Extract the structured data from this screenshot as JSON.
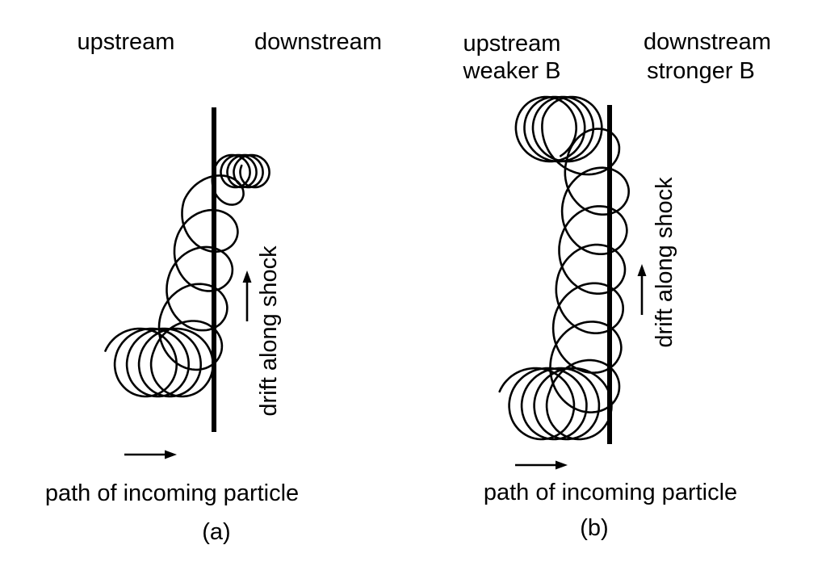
{
  "panel_a": {
    "upstream_label": "upstream",
    "downstream_label": "downstream",
    "drift_label": "drift along shock",
    "path_label": "path of incoming particle",
    "caption": "(a)"
  },
  "panel_b": {
    "upstream_label_line1": "upstream",
    "upstream_label_line2": "weaker B",
    "downstream_label_line1": "downstream",
    "downstream_label_line2": "stronger B",
    "drift_label": "drift along shock",
    "path_label": "path of incoming particle",
    "caption": "(b)"
  }
}
